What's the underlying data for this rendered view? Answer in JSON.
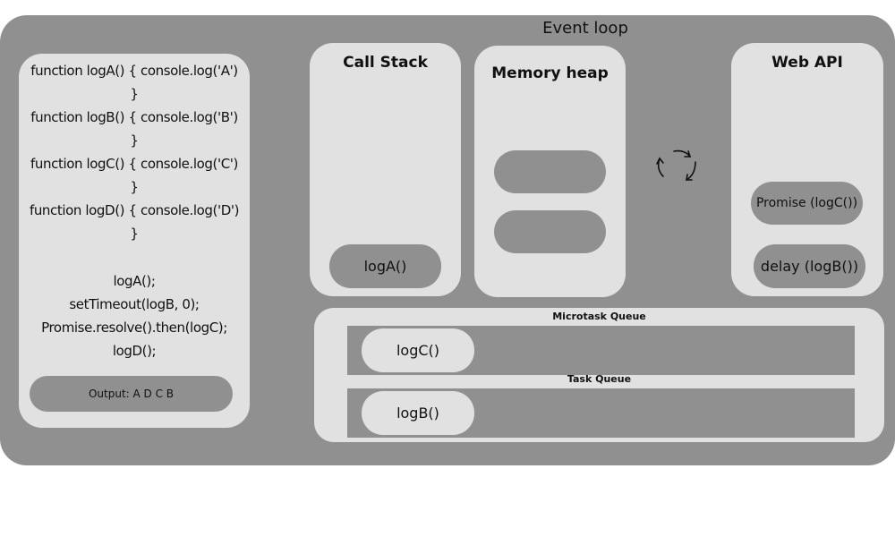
{
  "title": "Event loop",
  "code_panel": {
    "lines": [
      "function logA() { console.log('A')",
      "}",
      "function logB() { console.log('B')",
      "}",
      "function logC() { console.log('C')",
      "}",
      "function logD() { console.log('D')",
      "}",
      "logA();",
      "setTimeout(logB, 0);",
      "Promise.resolve().then(logC);",
      "logD();"
    ],
    "output": "Output: A D C B"
  },
  "call_stack": {
    "title": "Call Stack",
    "items": [
      "logA()"
    ]
  },
  "memory_heap": {
    "title": "Memory heap",
    "items": [
      "",
      ""
    ]
  },
  "web_api": {
    "title": "Web API",
    "items": [
      "Promise (logC())",
      "delay (logB())"
    ]
  },
  "queues": {
    "microtask": {
      "label": "Microtask Queue",
      "items": [
        "logC()"
      ]
    },
    "task": {
      "label": "Task Queue",
      "items": [
        "logB()"
      ]
    }
  },
  "icons": {
    "loop": "refresh-cycle-icon"
  },
  "colors": {
    "outer": "#909090",
    "panel": "#e1e1e1",
    "text": "#111111"
  }
}
